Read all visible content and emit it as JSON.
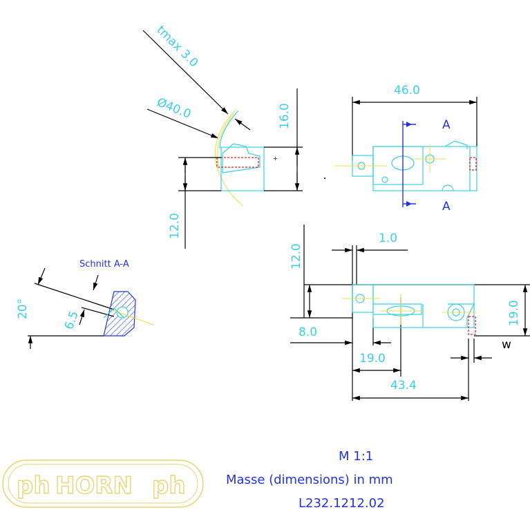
{
  "dimensions": {
    "tmax": "tmax 3.0",
    "diameter": "Ø40.0",
    "d16": "16.0",
    "d12_vertical": "12.0",
    "d46": "46.0",
    "section_a_top": "A",
    "section_a_bottom": "A",
    "d12_upper": "12.0",
    "d1": "1.0",
    "d8": "8.0",
    "d19_horizontal": "19.0",
    "d19_vertical": "19.0",
    "d43": "43.4",
    "w": "w",
    "angle": "20°",
    "d6_5": "6.5"
  },
  "section_label": "Schnitt A-A",
  "logo": {
    "text": "HORN",
    "left_mark": "ph",
    "right_mark": "ph"
  },
  "notes": {
    "scale": "M 1:1",
    "units": "Masse (dimensions) in mm",
    "part_number": "L232.1212.02"
  },
  "colors": {
    "dimension": "#39d0e6",
    "annotation": "#2233dd",
    "logo": "#e6d670",
    "centerline": "#e8e040",
    "hidden": "#e02020",
    "line": "#000000"
  }
}
